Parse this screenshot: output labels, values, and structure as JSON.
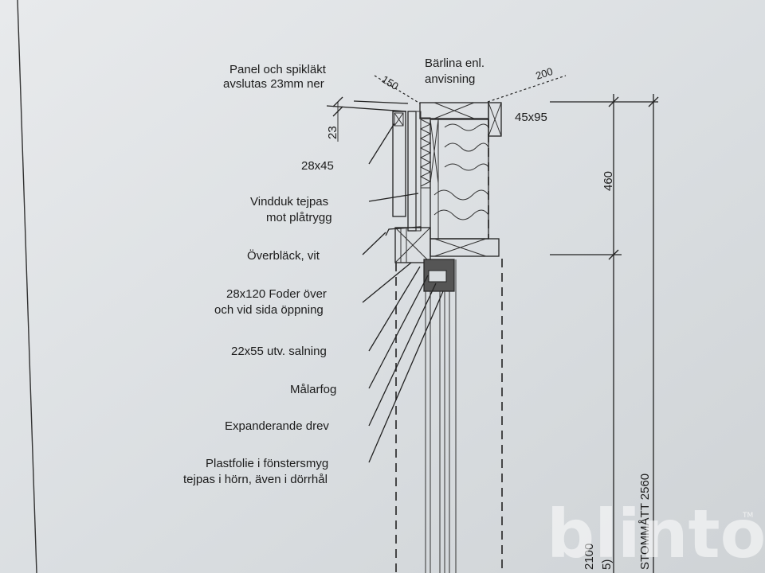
{
  "labels": {
    "panel_line1": "Panel och spikläkt",
    "panel_line2": "avslutas 23mm ner",
    "barlina_line1": "Bärlina enl.",
    "barlina_line2": "anvisning",
    "dim_150": "150",
    "dim_200": "200",
    "dim_45x95": "45x95",
    "dim_23": "23",
    "dim_28x45": "28x45",
    "vindduk_line1": "Vindduk tejpas",
    "vindduk_line2": "mot plåtrygg",
    "overblack": "Överbläck, vit",
    "foder_line1": "28x120 Foder över",
    "foder_line2": "och vid sida öppning",
    "salning": "22x55 utv. salning",
    "malarfog": "Målarfog",
    "drev": "Expanderande drev",
    "plast_line1": "Plastfolie i fönstersmyg",
    "plast_line2": "tejpas i hörn, även i dörrhål",
    "dim_460": "460",
    "dim_2100": "2100",
    "dim_paren": "5)",
    "stommatt": "STOMMÅTT 2560"
  },
  "watermark": {
    "text": "blinto",
    "tm": "TM"
  },
  "colors": {
    "paper": "#d9dde0",
    "ink": "#1c1c1c"
  }
}
